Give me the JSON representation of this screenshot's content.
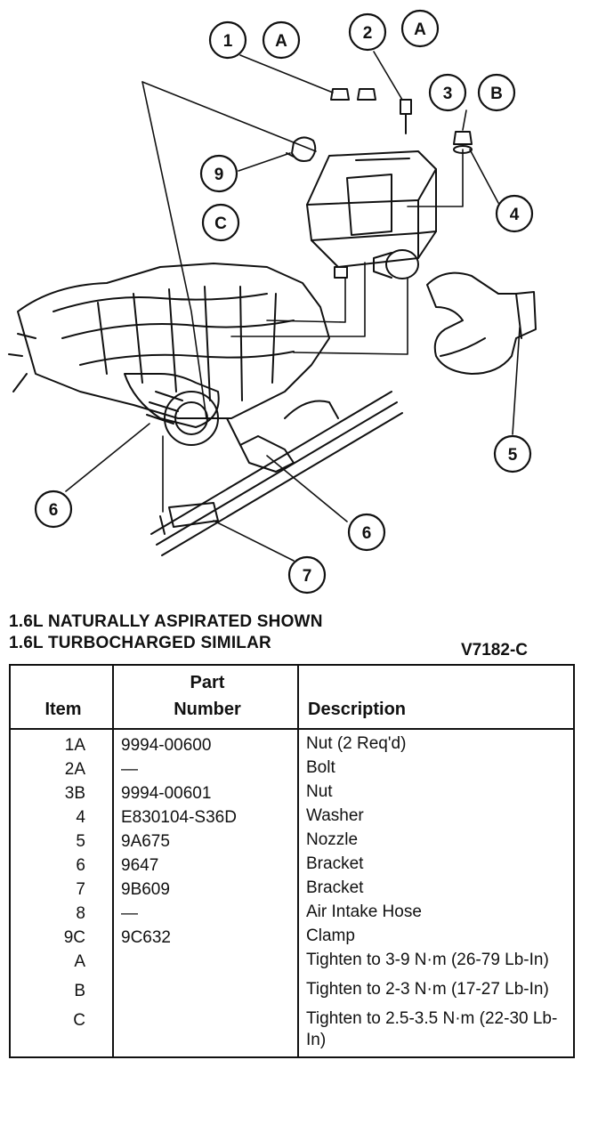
{
  "callouts": [
    {
      "id": "c1",
      "text": "1"
    },
    {
      "id": "cA1",
      "text": "A"
    },
    {
      "id": "c2",
      "text": "2"
    },
    {
      "id": "cA2",
      "text": "A"
    },
    {
      "id": "c3",
      "text": "3"
    },
    {
      "id": "cB",
      "text": "B"
    },
    {
      "id": "c9",
      "text": "9"
    },
    {
      "id": "cC",
      "text": "C"
    },
    {
      "id": "c4",
      "text": "4"
    },
    {
      "id": "c5",
      "text": "5"
    },
    {
      "id": "c6a",
      "text": "6"
    },
    {
      "id": "c6b",
      "text": "6"
    },
    {
      "id": "c7",
      "text": "7"
    }
  ],
  "caption": {
    "line1": "1.6L NATURALLY ASPIRATED SHOWN",
    "line2": "1.6L TURBOCHARGED SIMILAR",
    "figure_code": "V7182-C"
  },
  "table": {
    "headers": {
      "item": "Item",
      "part_line1": "Part",
      "part_line2": "Number",
      "description": "Description"
    },
    "rows": [
      {
        "item": "1A",
        "part": "9994-00600",
        "desc": "Nut (2 Req'd)"
      },
      {
        "item": "2A",
        "part": "—",
        "desc": "Bolt"
      },
      {
        "item": "3B",
        "part": "9994-00601",
        "desc": "Nut"
      },
      {
        "item": "4",
        "part": "E830104-S36D",
        "desc": "Washer"
      },
      {
        "item": "5",
        "part": "9A675",
        "desc": "Nozzle"
      },
      {
        "item": "6",
        "part": "9647",
        "desc": "Bracket"
      },
      {
        "item": "7",
        "part": "9B609",
        "desc": "Bracket"
      },
      {
        "item": "8",
        "part": "—",
        "desc": "Air Intake Hose"
      },
      {
        "item": "9C",
        "part": "9C632",
        "desc": "Clamp"
      },
      {
        "item": "A",
        "part": "",
        "desc": "Tighten to 3-9 N·m (26-79 Lb-In)"
      },
      {
        "item": "B",
        "part": "",
        "desc": "Tighten to 2-3 N·m (17-27 Lb-In)"
      },
      {
        "item": "C",
        "part": "",
        "desc": "Tighten to 2.5-3.5 N·m (22-30 Lb-In)"
      }
    ]
  }
}
